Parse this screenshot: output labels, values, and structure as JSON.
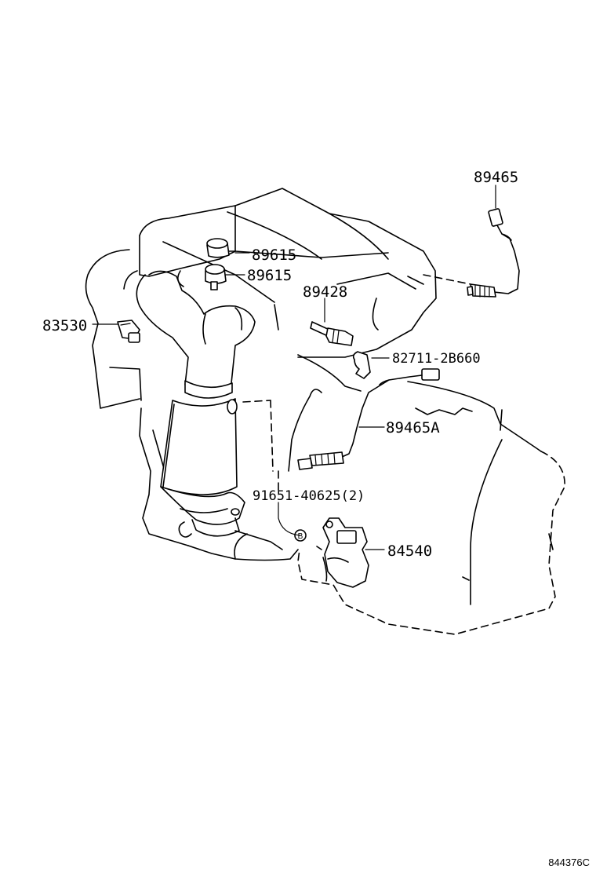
{
  "diagram": {
    "callouts": {
      "o2_sensor_upper": "89465",
      "knock_sensor_1": "89615",
      "knock_sensor_2": "89615",
      "oil_pressure_switch": "83530",
      "temp_sensor": "89428",
      "clamp": "82711-2B660",
      "o2_sensor_lower": "89465A",
      "bolt": "91651-40625(2)",
      "neutral_switch": "84540"
    },
    "bolt_marker": "B",
    "figure_code": "844376C"
  }
}
